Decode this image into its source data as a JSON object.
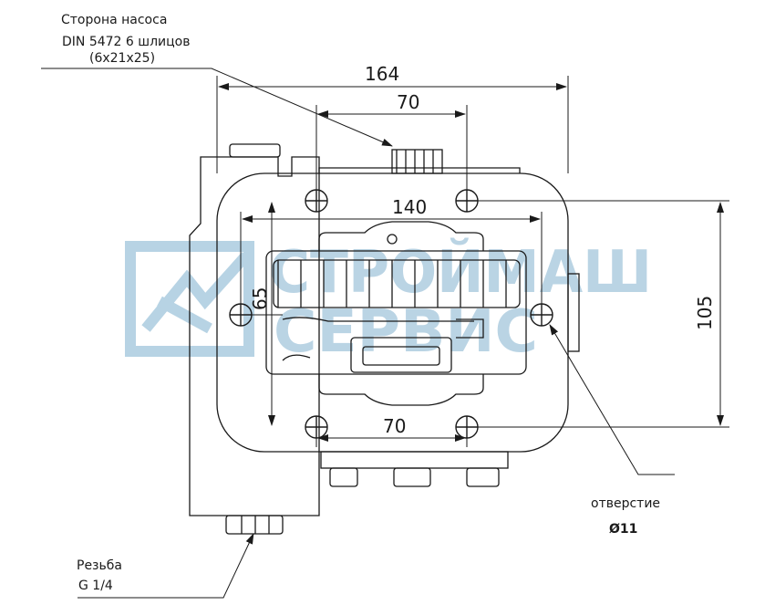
{
  "watermark": {
    "line1": "СТРОЙМАШ",
    "line2": "СЕРВИС",
    "color": "#9fc3da"
  },
  "callouts": {
    "pump_side_line1": "Сторона насоса",
    "pump_side_line2": "DIN 5472 6 шлицов",
    "pump_side_line3": "(6x21x25)",
    "hole_line1": "отверстие",
    "hole_line2": "Ø11",
    "thread_line1": "Резьба",
    "thread_line2": "G 1/4"
  },
  "dimensions": {
    "overall_width": "164",
    "top_hole_spacing": "70",
    "side_hole_spacing": "140",
    "bottom_hole_spacing": "70",
    "vertical_hole_spacing": "105",
    "center_offset": "65"
  },
  "colors": {
    "line": "#1a1a1a",
    "background": "#ffffff"
  }
}
